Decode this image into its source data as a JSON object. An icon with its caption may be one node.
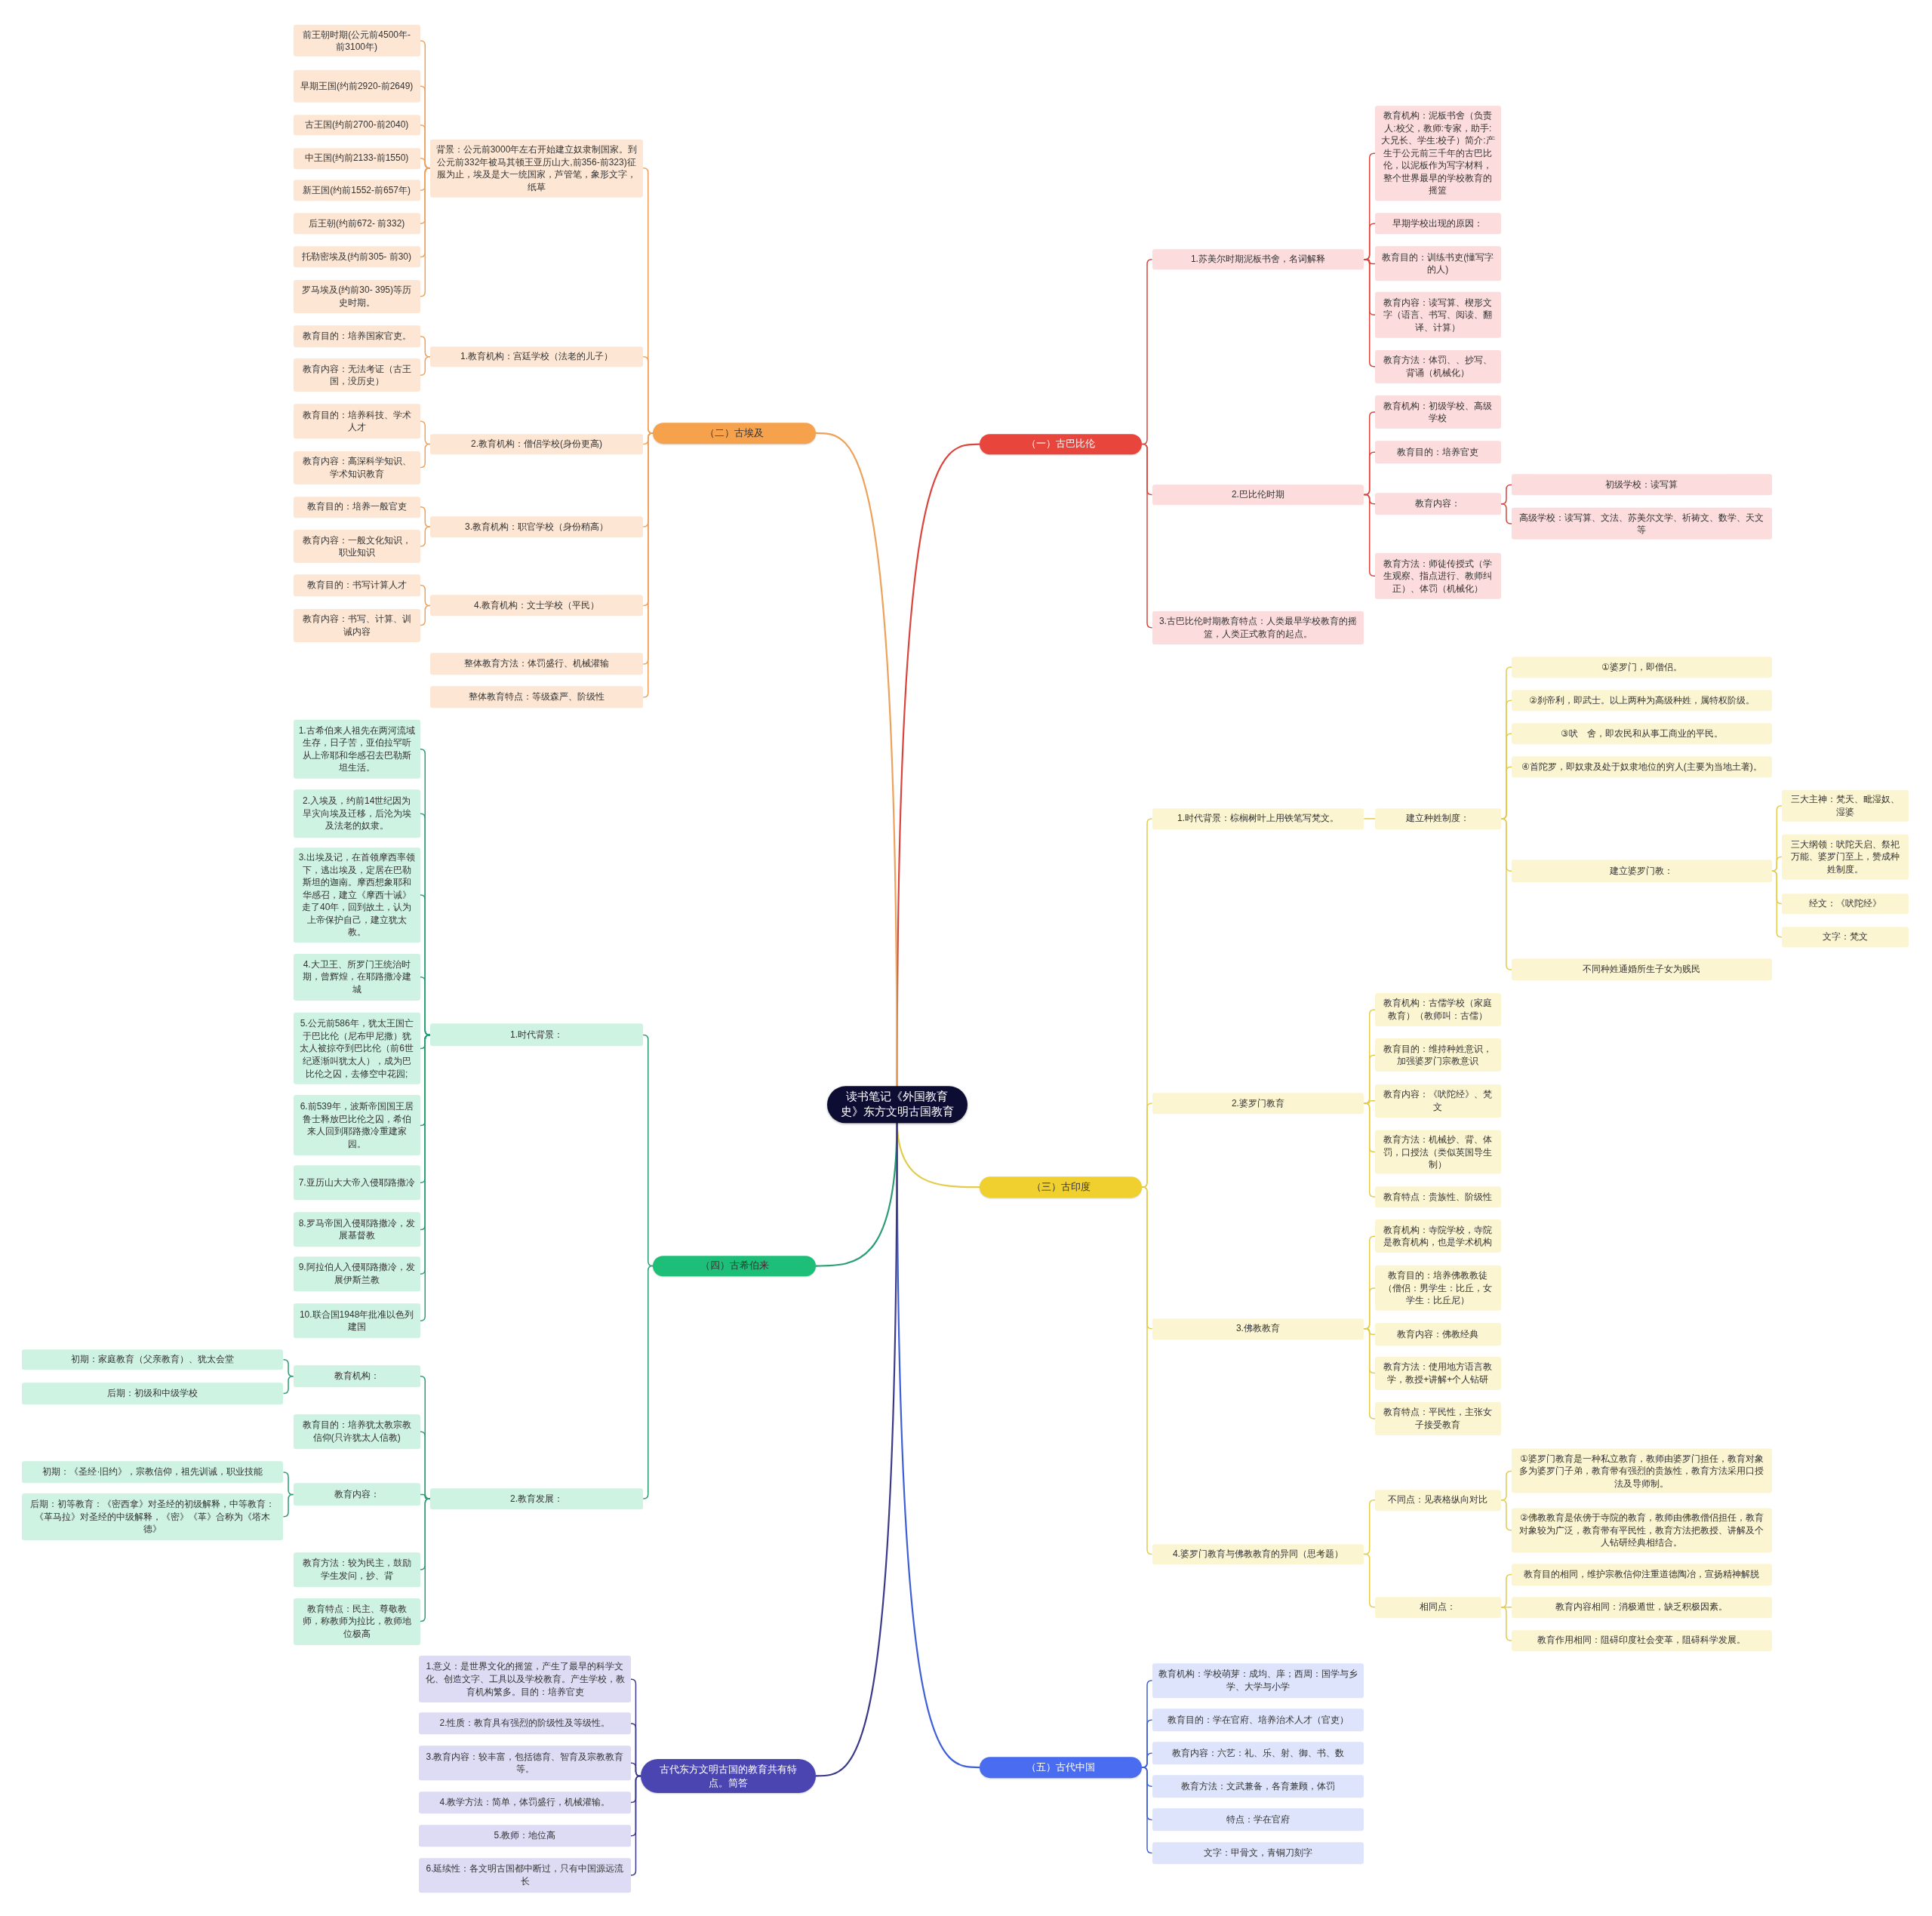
{
  "diagram": {
    "nodes": [
      {
        "text": [
          "读书笔记《外国教育史》东方文明古国教育"
        ]
      },
      {
        "text": [
          "（一）古巴比伦"
        ]
      },
      {
        "text": [
          "1.苏美尔时期泥板书舍，名词解释"
        ]
      },
      {
        "text": [
          "教育机构：泥板书舍（负责人:校父，教师:专家，助手:大兄长、学生:校子）简介:产生于公元前三千年的古巴比伦，以泥板作为写字材料，整个世界最早的学校教育的摇篮"
        ]
      },
      {
        "text": [
          "早期学校出现的原因："
        ]
      },
      {
        "text": [
          "教育目的：训练书吏(懂写字的人)"
        ]
      },
      {
        "text": [
          "教育内容：读写算、楔形文字（语言、书写、阅读、翻译、计算）"
        ]
      },
      {
        "text": [
          "教育方法：体罚、、抄写、背诵（机械化）"
        ]
      },
      {
        "text": [
          "2.巴比伦时期"
        ]
      },
      {
        "text": [
          "教育机构：初级学校、高级学校"
        ]
      },
      {
        "text": [
          "教育目的：培养官吏"
        ]
      },
      {
        "text": [
          "教育内容："
        ]
      },
      {
        "text": [
          "初级学校：读写算"
        ]
      },
      {
        "text": [
          "高级学校：读写算、文法、苏美尔文学、祈祷文、数学、天文等"
        ]
      },
      {
        "text": [
          "教育方法：师徒传授式（学生观察、指点进行、教师纠正）、体罚（机械化）"
        ]
      },
      {
        "text": [
          "3.古巴比伦时期教育特点：人类最早学校教育的摇篮，人类正式教育的起点。"
        ]
      },
      {
        "text": [
          "（三）古印度"
        ]
      },
      {
        "text": [
          "1.时代背景：棕榈树叶上用铁笔写梵文。"
        ]
      },
      {
        "text": [
          "建立种姓制度："
        ]
      },
      {
        "text": [
          "①婆罗门，即僧侣。"
        ]
      },
      {
        "text": [
          "②刹帝利，即武士。以上两种为高级种姓，属特权阶级。"
        ]
      },
      {
        "text": [
          "③吠　舍，即农民和从事工商业的平民。"
        ]
      },
      {
        "text": [
          "④首陀罗，即奴隶及处于奴隶地位的穷人(主要为当地土著)。"
        ]
      },
      {
        "text": [
          "建立婆罗门教："
        ]
      },
      {
        "text": [
          "三大主神：梵天、毗湿奴、湿婆"
        ]
      },
      {
        "text": [
          "三大纲领：吠陀天启、祭祀万能、婆罗门至上，赞成种姓制度。"
        ]
      },
      {
        "text": [
          "经文：《吠陀经》"
        ]
      },
      {
        "text": [
          "文字：梵文"
        ]
      },
      {
        "text": [
          "不同种姓通婚所生子女为贱民"
        ]
      },
      {
        "text": [
          "2.婆罗门教育"
        ]
      },
      {
        "text": [
          "教育机构：古儒学校（家庭教育）（教师叫：古儒）"
        ]
      },
      {
        "text": [
          "教育目的：维持种姓意识，加强婆罗门宗教意识"
        ]
      },
      {
        "text": [
          "教育内容：《吠陀经》、梵文"
        ]
      },
      {
        "text": [
          "教育方法：机械抄、背、体罚，口授法（类似英国导生制）"
        ]
      },
      {
        "text": [
          "教育特点：贵族性、阶级性"
        ]
      },
      {
        "text": [
          "3.佛教教育"
        ]
      },
      {
        "text": [
          "教育机构：寺院学校，寺院是教育机构，也是学术机构"
        ]
      },
      {
        "text": [
          "教育目的：培养佛教教徒（僧侣：男学生：比丘，女学生：比丘尼）"
        ]
      },
      {
        "text": [
          "教育内容：佛教经典"
        ]
      },
      {
        "text": [
          "教育方法：使用地方语言教学，教授+讲解+个人钻研"
        ]
      },
      {
        "text": [
          "教育特点：平民性，主张女子接受教育"
        ]
      },
      {
        "text": [
          "4.婆罗门教育与佛教教育的异同（思考题）"
        ]
      },
      {
        "text": [
          "不同点：见表格纵向对比"
        ]
      },
      {
        "text": [
          "①婆罗门教育是一种私立教育，教师由婆罗门担任，教育对象多为婆罗门子弟，教育带有强烈的贵族性，教育方法采用口授法及导师制。"
        ]
      },
      {
        "text": [
          "②佛教教育是依傍于寺院的教育，教师由佛教僧侣担任，教育对象较为广泛，教育带有平民性，教育方法把教授、讲解及个人钻研经典相结合。"
        ]
      },
      {
        "text": [
          "相同点："
        ]
      },
      {
        "text": [
          "教育目的相同，维护宗教信仰注重道德陶冶，宣扬精神解脱"
        ]
      },
      {
        "text": [
          "教育内容相同：消极遁世，缺乏积极因素。"
        ]
      },
      {
        "text": [
          "教育作用相同：阻碍印度社会变革，阻碍科学发展。"
        ]
      },
      {
        "text": [
          "（五）古代中国"
        ]
      },
      {
        "text": [
          "教育机构：学校萌芽：成均、庠；西周：国学与乡学、大学与小学"
        ]
      },
      {
        "text": [
          "教育目的：学在官府、培养治术人才（官吏）"
        ]
      },
      {
        "text": [
          "教育内容：六艺：礼、乐、射、御、书、数"
        ]
      },
      {
        "text": [
          "教育方法：文武兼备，各育兼顾，体罚"
        ]
      },
      {
        "text": [
          "特点：学在官府"
        ]
      },
      {
        "text": [
          "文字：甲骨文，青铜刀刻字"
        ]
      },
      {
        "text": [
          "（二）古埃及"
        ]
      },
      {
        "text": [
          "背景：公元前3000年左右开始建立奴隶制国家。到公元前332年被马其顿王亚历山大,前356-前323)征服为止，埃及是大一统国家，芦管笔，象形文字，纸草"
        ]
      },
      {
        "text": [
          "前王朝时期(公元前4500年-前3100年)"
        ]
      },
      {
        "text": [
          "早期王国(约前2920-前2649)"
        ]
      },
      {
        "text": [
          "古王国(约前2700-前2040)"
        ]
      },
      {
        "text": [
          "中王国(约前2133-前1550)"
        ]
      },
      {
        "text": [
          "新王国(约前1552-前657年)"
        ]
      },
      {
        "text": [
          "后王朝(约前672- 前332)"
        ]
      },
      {
        "text": [
          "托勒密埃及(约前305- 前30)"
        ]
      },
      {
        "text": [
          "罗马埃及(约前30- 395)等历史时期。"
        ]
      },
      {
        "text": [
          "1.教育机构：宫廷学校（法老的儿子）"
        ]
      },
      {
        "text": [
          "教育目的：培养国家官吏。"
        ]
      },
      {
        "text": [
          "教育内容：无法考证（古王国，没历史）"
        ]
      },
      {
        "text": [
          "2.教育机构：僧侣学校(身份更高)"
        ]
      },
      {
        "text": [
          "教育目的：培养科技、学术人才"
        ]
      },
      {
        "text": [
          "教育内容：高深科学知识、学术知识教育"
        ]
      },
      {
        "text": [
          "3.教育机构：职官学校（身份稍高）"
        ]
      },
      {
        "text": [
          "教育目的：培养一般官吏"
        ]
      },
      {
        "text": [
          "教育内容：一般文化知识，职业知识"
        ]
      },
      {
        "text": [
          "4.教育机构：文士学校（平民）"
        ]
      },
      {
        "text": [
          "教育目的：书写计算人才"
        ]
      },
      {
        "text": [
          "教育内容：书写、计算、训诫内容"
        ]
      },
      {
        "text": [
          "整体教育方法：体罚盛行、机械灌输"
        ]
      },
      {
        "text": [
          "整体教育特点：等级森严、阶级性"
        ]
      },
      {
        "text": [
          "（四）古希伯来"
        ]
      },
      {
        "text": [
          "1.时代背景："
        ]
      },
      {
        "text": [
          "1.古希伯来人祖先在两河流域生存，日子苦，亚伯拉罕听从上帝耶和华感召去巴勒斯坦生活。"
        ]
      },
      {
        "text": [
          "2.入埃及，约前14世纪因为旱灾向埃及迁移，后沦为埃及法老的奴隶。"
        ]
      },
      {
        "text": [
          "3.出埃及记，在首领摩西率领下，逃出埃及，定居在巴勒斯坦的迦南。摩西想象耶和华感召，建立《摩西十诫》走了40年，回到故土，认为上帝保护自己，建立犹太教。"
        ]
      },
      {
        "text": [
          "4.大卫王、所罗门王统治时期，曾辉煌，在耶路撒冷建城"
        ]
      },
      {
        "text": [
          "5.公元前586年，犹太王国亡于巴比伦（尼布甲尼撒）犹太人被掠夺到巴比伦（前6世纪逐渐叫犹太人），成为巴比伦之囚，去修空中花园;"
        ]
      },
      {
        "text": [
          "6.前539年，波斯帝国国王居鲁士释放巴比伦之囚，希伯来人回到耶路撒冷重建家园。"
        ]
      },
      {
        "text": [
          "7.亚历山大大帝入侵耶路撒冷"
        ]
      },
      {
        "text": [
          "8.罗马帝国入侵耶路撒冷，发展基督教"
        ]
      },
      {
        "text": [
          "9.阿拉伯人入侵耶路撒冷，发展伊斯兰教"
        ]
      },
      {
        "text": [
          "10.联合国1948年批准以色列建国"
        ]
      },
      {
        "text": [
          "2.教育发展："
        ]
      },
      {
        "text": [
          "教育机构："
        ]
      },
      {
        "text": [
          "初期：家庭教育（父亲教育）、犹太会堂"
        ]
      },
      {
        "text": [
          "后期：初级和中级学校"
        ]
      },
      {
        "text": [
          "教育目的：培养犹太教宗教信仰(只许犹太人信教)"
        ]
      },
      {
        "text": [
          "教育内容："
        ]
      },
      {
        "text": [
          "初期：《圣经·旧约》，宗教信仰，祖先训诫，职业技能"
        ]
      },
      {
        "text": [
          "后期：初等教育：《密西拿》对圣经的初级解释，中等教育：《革马拉》对圣经的中级解释，《密》《革》合称为《塔木德》"
        ]
      },
      {
        "text": [
          "教育方法：较为民主，鼓励学生发问，抄、背"
        ]
      },
      {
        "text": [
          "教育特点：民主、尊敬教师，称教师为拉比，教师地位极高"
        ]
      },
      {
        "text": [
          "古代东方文明古国的教育共有特点。简答"
        ]
      },
      {
        "text": [
          "1.意义：是世界文化的摇篮，产生了最早的科学文化、创造文字、工具以及学校教育。产生学校，教育机构繁多。目的：培养官吏"
        ]
      },
      {
        "text": [
          "2.性质：教育具有强烈的阶级性及等级性。"
        ]
      },
      {
        "text": [
          "3.教育内容：较丰富，包括德育、智育及宗教教育等。"
        ]
      },
      {
        "text": [
          "4.教学方法：简单，体罚盛行，机械灌输。"
        ]
      },
      {
        "text": [
          "5.教师：地位高"
        ]
      },
      {
        "text": [
          "6.延续性：各文明古国都中断过，只有中国源远流长"
        ]
      }
    ],
    "edges": [
      {
        "from": 0,
        "to": 1,
        "arrow": "none",
        "color": "#d9453d"
      },
      {
        "from": 0,
        "to": 16,
        "arrow": "none",
        "color": "#e3cc4a"
      },
      {
        "from": 0,
        "to": 49,
        "arrow": "none",
        "color": "#3f5fd8"
      },
      {
        "from": 0,
        "to": 56,
        "arrow": "none",
        "color": "#eea15a"
      },
      {
        "from": 0,
        "to": 80,
        "arrow": "none",
        "color": "#2a9d72"
      },
      {
        "from": 0,
        "to": 102,
        "arrow": "none",
        "color": "#3b3a8a"
      },
      {
        "from": 1,
        "to": 2,
        "arrow": "none",
        "color": "#d9453d"
      },
      {
        "from": 1,
        "to": 8,
        "arrow": "none",
        "color": "#d9453d"
      },
      {
        "from": 1,
        "to": 15,
        "arrow": "none",
        "color": "#d9453d"
      },
      {
        "from": 2,
        "to": 3,
        "arrow": "none",
        "color": "#d9453d"
      },
      {
        "from": 2,
        "to": 4,
        "arrow": "none",
        "color": "#d9453d"
      },
      {
        "from": 2,
        "to": 5,
        "arrow": "none",
        "color": "#d9453d"
      },
      {
        "from": 2,
        "to": 6,
        "arrow": "none",
        "color": "#d9453d"
      },
      {
        "from": 2,
        "to": 7,
        "arrow": "none",
        "color": "#d9453d"
      },
      {
        "from": 8,
        "to": 9,
        "arrow": "none",
        "color": "#d9453d"
      },
      {
        "from": 8,
        "to": 10,
        "arrow": "none",
        "color": "#d9453d"
      },
      {
        "from": 8,
        "to": 11,
        "arrow": "none",
        "color": "#d9453d"
      },
      {
        "from": 8,
        "to": 14,
        "arrow": "none",
        "color": "#d9453d"
      },
      {
        "from": 11,
        "to": 12,
        "arrow": "none",
        "color": "#d9453d"
      },
      {
        "from": 11,
        "to": 13,
        "arrow": "none",
        "color": "#d9453d"
      },
      {
        "from": 16,
        "to": 17,
        "arrow": "none",
        "color": "#e3cc4a"
      },
      {
        "from": 16,
        "to": 29,
        "arrow": "none",
        "color": "#e3cc4a"
      },
      {
        "from": 16,
        "to": 35,
        "arrow": "none",
        "color": "#e3cc4a"
      },
      {
        "from": 16,
        "to": 41,
        "arrow": "none",
        "color": "#e3cc4a"
      },
      {
        "from": 17,
        "to": 18,
        "arrow": "none",
        "color": "#e3cc4a"
      },
      {
        "from": 18,
        "to": 19,
        "arrow": "none",
        "color": "#e3cc4a"
      },
      {
        "from": 18,
        "to": 20,
        "arrow": "none",
        "color": "#e3cc4a"
      },
      {
        "from": 18,
        "to": 21,
        "arrow": "none",
        "color": "#e3cc4a"
      },
      {
        "from": 18,
        "to": 22,
        "arrow": "none",
        "color": "#e3cc4a"
      },
      {
        "from": 18,
        "to": 23,
        "arrow": "none",
        "color": "#e3cc4a"
      },
      {
        "from": 18,
        "to": 28,
        "arrow": "none",
        "color": "#e3cc4a"
      },
      {
        "from": 23,
        "to": 24,
        "arrow": "none",
        "color": "#e3cc4a"
      },
      {
        "from": 23,
        "to": 25,
        "arrow": "none",
        "color": "#e3cc4a"
      },
      {
        "from": 23,
        "to": 26,
        "arrow": "none",
        "color": "#e3cc4a"
      },
      {
        "from": 23,
        "to": 27,
        "arrow": "none",
        "color": "#e3cc4a"
      },
      {
        "from": 29,
        "to": 30,
        "arrow": "none",
        "color": "#e3cc4a"
      },
      {
        "from": 29,
        "to": 31,
        "arrow": "none",
        "color": "#e3cc4a"
      },
      {
        "from": 29,
        "to": 32,
        "arrow": "none",
        "color": "#e3cc4a"
      },
      {
        "from": 29,
        "to": 33,
        "arrow": "none",
        "color": "#e3cc4a"
      },
      {
        "from": 29,
        "to": 34,
        "arrow": "none",
        "color": "#e3cc4a"
      },
      {
        "from": 35,
        "to": 36,
        "arrow": "none",
        "color": "#e3cc4a"
      },
      {
        "from": 35,
        "to": 37,
        "arrow": "none",
        "color": "#e3cc4a"
      },
      {
        "from": 35,
        "to": 38,
        "arrow": "none",
        "color": "#e3cc4a"
      },
      {
        "from": 35,
        "to": 39,
        "arrow": "none",
        "color": "#e3cc4a"
      },
      {
        "from": 35,
        "to": 40,
        "arrow": "none",
        "color": "#e3cc4a"
      },
      {
        "from": 41,
        "to": 42,
        "arrow": "none",
        "color": "#e3cc4a"
      },
      {
        "from": 41,
        "to": 45,
        "arrow": "none",
        "color": "#e3cc4a"
      },
      {
        "from": 42,
        "to": 43,
        "arrow": "none",
        "color": "#e3cc4a"
      },
      {
        "from": 42,
        "to": 44,
        "arrow": "none",
        "color": "#e3cc4a"
      },
      {
        "from": 45,
        "to": 46,
        "arrow": "none",
        "color": "#e3cc4a"
      },
      {
        "from": 45,
        "to": 47,
        "arrow": "none",
        "color": "#e3cc4a"
      },
      {
        "from": 45,
        "to": 48,
        "arrow": "none",
        "color": "#e3cc4a"
      },
      {
        "from": 49,
        "to": 50,
        "arrow": "none",
        "color": "#3f5fd8"
      },
      {
        "from": 49,
        "to": 51,
        "arrow": "none",
        "color": "#3f5fd8"
      },
      {
        "from": 49,
        "to": 52,
        "arrow": "none",
        "color": "#3f5fd8"
      },
      {
        "from": 49,
        "to": 53,
        "arrow": "none",
        "color": "#3f5fd8"
      },
      {
        "from": 49,
        "to": 54,
        "arrow": "none",
        "color": "#3f5fd8"
      },
      {
        "from": 49,
        "to": 55,
        "arrow": "none",
        "color": "#3f5fd8"
      },
      {
        "from": 56,
        "to": 57,
        "arrow": "none",
        "color": "#eea15a"
      },
      {
        "from": 56,
        "to": 66,
        "arrow": "none",
        "color": "#eea15a"
      },
      {
        "from": 56,
        "to": 69,
        "arrow": "none",
        "color": "#eea15a"
      },
      {
        "from": 56,
        "to": 72,
        "arrow": "none",
        "color": "#eea15a"
      },
      {
        "from": 56,
        "to": 75,
        "arrow": "none",
        "color": "#eea15a"
      },
      {
        "from": 56,
        "to": 78,
        "arrow": "none",
        "color": "#eea15a"
      },
      {
        "from": 56,
        "to": 79,
        "arrow": "none",
        "color": "#eea15a"
      },
      {
        "from": 57,
        "to": 58,
        "arrow": "none",
        "color": "#eea15a"
      },
      {
        "from": 57,
        "to": 59,
        "arrow": "none",
        "color": "#eea15a"
      },
      {
        "from": 57,
        "to": 60,
        "arrow": "none",
        "color": "#eea15a"
      },
      {
        "from": 57,
        "to": 61,
        "arrow": "none",
        "color": "#eea15a"
      },
      {
        "from": 57,
        "to": 62,
        "arrow": "none",
        "color": "#eea15a"
      },
      {
        "from": 57,
        "to": 63,
        "arrow": "none",
        "color": "#eea15a"
      },
      {
        "from": 57,
        "to": 64,
        "arrow": "none",
        "color": "#eea15a"
      },
      {
        "from": 57,
        "to": 65,
        "arrow": "none",
        "color": "#eea15a"
      },
      {
        "from": 66,
        "to": 67,
        "arrow": "none",
        "color": "#eea15a"
      },
      {
        "from": 66,
        "to": 68,
        "arrow": "none",
        "color": "#eea15a"
      },
      {
        "from": 69,
        "to": 70,
        "arrow": "none",
        "color": "#eea15a"
      },
      {
        "from": 69,
        "to": 71,
        "arrow": "none",
        "color": "#eea15a"
      },
      {
        "from": 72,
        "to": 73,
        "arrow": "none",
        "color": "#eea15a"
      },
      {
        "from": 72,
        "to": 74,
        "arrow": "none",
        "color": "#eea15a"
      },
      {
        "from": 75,
        "to": 76,
        "arrow": "none",
        "color": "#eea15a"
      },
      {
        "from": 75,
        "to": 77,
        "arrow": "none",
        "color": "#eea15a"
      },
      {
        "from": 80,
        "to": 81,
        "arrow": "none",
        "color": "#2a9d72"
      },
      {
        "from": 80,
        "to": 92,
        "arrow": "none",
        "color": "#2a9d72"
      },
      {
        "from": 81,
        "to": 82,
        "arrow": "none",
        "color": "#2a9d72"
      },
      {
        "from": 81,
        "to": 83,
        "arrow": "none",
        "color": "#2a9d72"
      },
      {
        "from": 81,
        "to": 84,
        "arrow": "none",
        "color": "#2a9d72"
      },
      {
        "from": 81,
        "to": 85,
        "arrow": "none",
        "color": "#2a9d72"
      },
      {
        "from": 81,
        "to": 86,
        "arrow": "none",
        "color": "#2a9d72"
      },
      {
        "from": 81,
        "to": 87,
        "arrow": "none",
        "color": "#2a9d72"
      },
      {
        "from": 81,
        "to": 88,
        "arrow": "none",
        "color": "#2a9d72"
      },
      {
        "from": 81,
        "to": 89,
        "arrow": "none",
        "color": "#2a9d72"
      },
      {
        "from": 81,
        "to": 90,
        "arrow": "none",
        "color": "#2a9d72"
      },
      {
        "from": 81,
        "to": 91,
        "arrow": "none",
        "color": "#2a9d72"
      },
      {
        "from": 92,
        "to": 93,
        "arrow": "none",
        "color": "#2a9d72"
      },
      {
        "from": 92,
        "to": 96,
        "arrow": "none",
        "color": "#2a9d72"
      },
      {
        "from": 92,
        "to": 97,
        "arrow": "none",
        "color": "#2a9d72"
      },
      {
        "from": 92,
        "to": 100,
        "arrow": "none",
        "color": "#2a9d72"
      },
      {
        "from": 92,
        "to": 101,
        "arrow": "none",
        "color": "#2a9d72"
      },
      {
        "from": 93,
        "to": 94,
        "arrow": "none",
        "color": "#2a9d72"
      },
      {
        "from": 93,
        "to": 95,
        "arrow": "none",
        "color": "#2a9d72"
      },
      {
        "from": 97,
        "to": 98,
        "arrow": "none",
        "color": "#2a9d72"
      },
      {
        "from": 97,
        "to": 99,
        "arrow": "none",
        "color": "#2a9d72"
      },
      {
        "from": 102,
        "to": 103,
        "arrow": "none",
        "color": "#3b3a8a"
      },
      {
        "from": 102,
        "to": 104,
        "arrow": "none",
        "color": "#3b3a8a"
      },
      {
        "from": 102,
        "to": 105,
        "arrow": "none",
        "color": "#3b3a8a"
      },
      {
        "from": 102,
        "to": 106,
        "arrow": "none",
        "color": "#3b3a8a"
      },
      {
        "from": 102,
        "to": 107,
        "arrow": "none",
        "color": "#3b3a8a"
      },
      {
        "from": 102,
        "to": 108,
        "arrow": "none",
        "color": "#3b3a8a"
      }
    ]
  }
}
